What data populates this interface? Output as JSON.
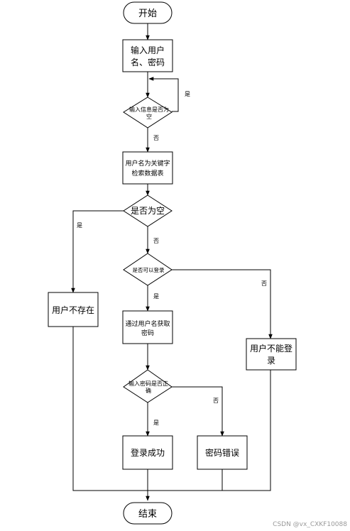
{
  "nodes": {
    "start": "开始",
    "input": [
      "输入用户",
      "名、密码"
    ],
    "empty_check": [
      "输入信息是否为",
      "空"
    ],
    "search": [
      "用户名为关键字",
      "检索数据表"
    ],
    "result_empty": "是否为空",
    "user_not_exist": "用户不存在",
    "can_login": "是否可以登录",
    "get_pwd": [
      "通过用户名获取",
      "密码"
    ],
    "cannot_login": [
      "用户不能登",
      "录"
    ],
    "pwd_check": [
      "输入密码是否正",
      "确"
    ],
    "login_success": "登录成功",
    "pwd_error": "密码错误",
    "end": "结束"
  },
  "labels": {
    "yes": "是",
    "no": "否"
  },
  "watermark": "CSDN @vx_CXKF10088"
}
